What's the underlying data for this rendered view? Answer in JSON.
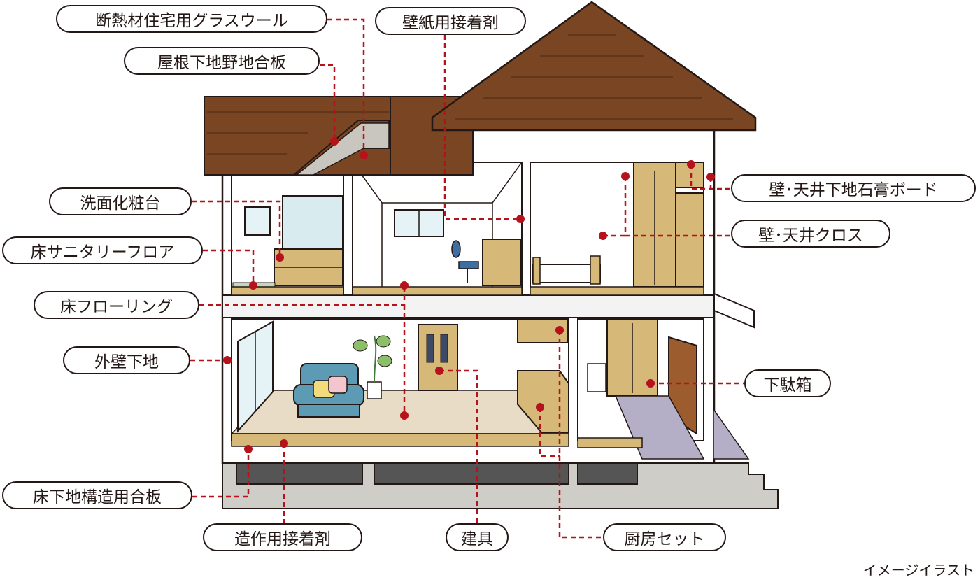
{
  "labels": {
    "insulation": "断熱材住宅用グラスウール",
    "roof_plywood": "屋根下地野地合板",
    "wallpaper_adhesive": "壁紙用接着剤",
    "washbasin": "洗面化粧台",
    "sanitary_floor": "床サニタリーフロア",
    "flooring": "床フローリング",
    "exterior_wall": "外壁下地",
    "subfloor_plywood": "床下地構造用合板",
    "carpentry_adhesive": "造作用接着剤",
    "fittings": "建具",
    "kitchen_set": "厨房セット",
    "shoe_cabinet": "下駄箱",
    "gypsum_board": "壁･天井下地石膏ボード",
    "wall_ceiling_cloth": "壁･天井クロス"
  },
  "caption": "イメージイラスト",
  "colors": {
    "leader_line": "#b5121b",
    "outline": "#231815",
    "roof": "#7a4522",
    "wood": "#d6b878",
    "concrete": "#c9c6c0",
    "wall": "#ffffff",
    "sofa": "#5d9bb5"
  }
}
